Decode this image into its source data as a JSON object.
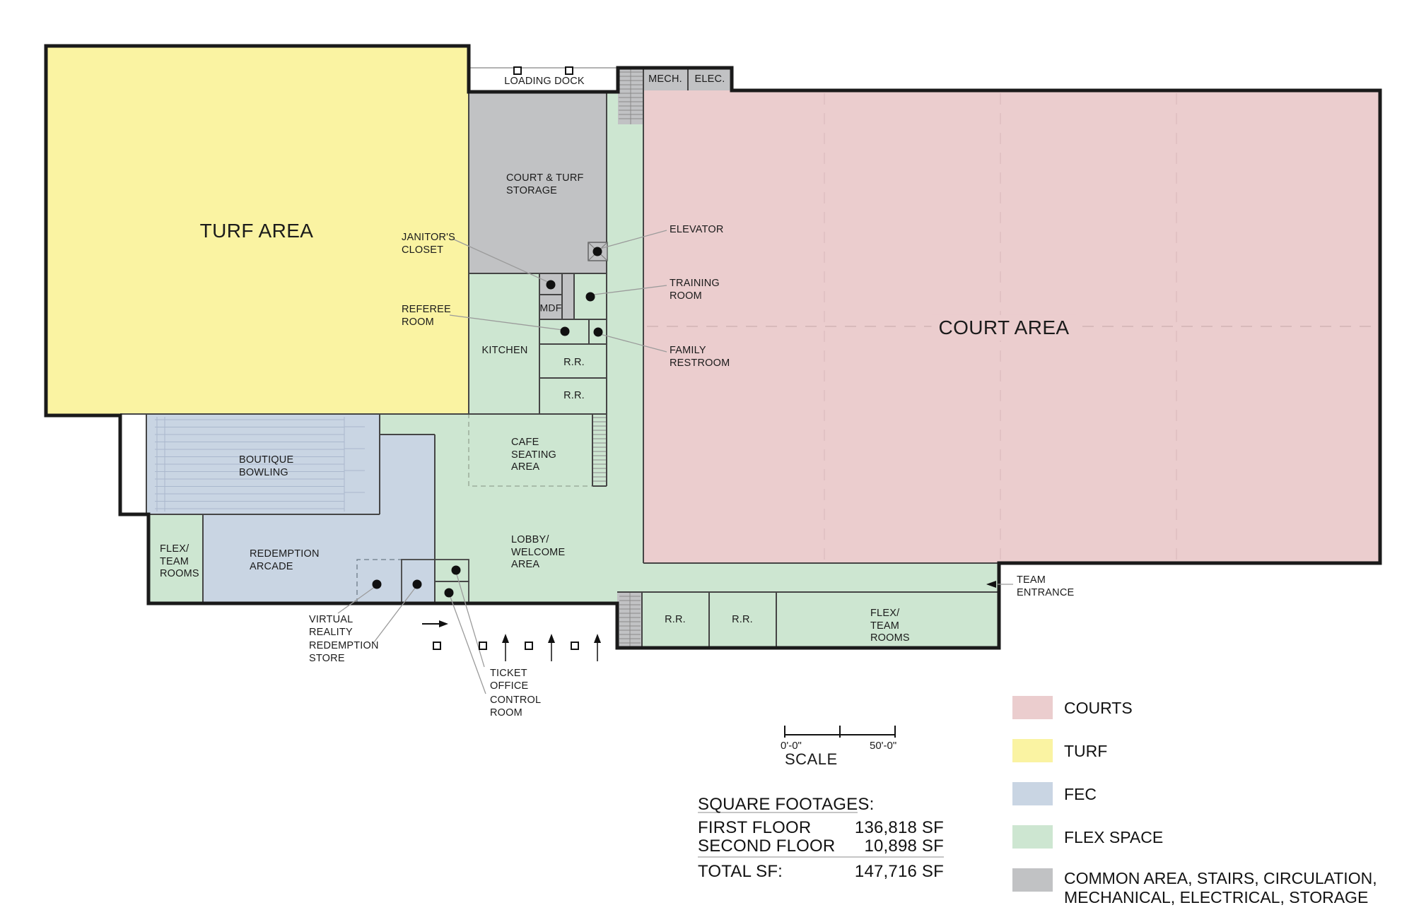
{
  "colors": {
    "courts": "#ebcdce",
    "turf": "#faf3a2",
    "fec": "#c9d5e3",
    "flex": "#cde6d1",
    "common": "#c1c2c4",
    "wall": "#1a1a1a",
    "leader": "#9b9b9b"
  },
  "plan": {
    "areas": {
      "turf": "TURF AREA",
      "court": "COURT AREA",
      "storage": "COURT & TURF\nSTORAGE",
      "loading_dock": "LOADING DOCK",
      "mech": "MECH.",
      "elec": "ELEC.",
      "mdf": "MDF",
      "kitchen": "KITCHEN",
      "rr": "R.R.",
      "cafe": "CAFE\nSEATING\nAREA",
      "lobby": "LOBBY/\nWELCOME\nAREA",
      "bowling": "BOUTIQUE\nBOWLING",
      "arcade": "REDEMPTION\nARCADE",
      "flex_team": "FLEX/\nTEAM\nROOMS"
    },
    "callouts": {
      "elevator": "ELEVATOR",
      "janitors_closet": "JANITOR'S\nCLOSET",
      "training_room": "TRAINING\nROOM",
      "referee_room": "REFEREE\nROOM",
      "family_restroom": "FAMILY\nRESTROOM",
      "virtual_reality": "VIRTUAL\nREALITY",
      "redemption_store": "REDEMPTION\nSTORE",
      "ticket_office": "TICKET\nOFFICE",
      "control_room": "CONTROL\nROOM",
      "team_entrance": "TEAM\nENTRANCE"
    }
  },
  "scale_bar": {
    "zero": "0'-0\"",
    "fifty": "50'-0\"",
    "label": "SCALE"
  },
  "square_footages": {
    "heading": "SQUARE FOOTAGES:",
    "rows": [
      {
        "label": "FIRST FLOOR",
        "value": "136,818 SF"
      },
      {
        "label": "SECOND FLOOR",
        "value": "10,898 SF"
      }
    ],
    "total_label": "TOTAL SF:",
    "total_value": "147,716 SF"
  },
  "legend": {
    "items": [
      {
        "label": "COURTS",
        "color": "#ebcdce"
      },
      {
        "label": "TURF",
        "color": "#faf3a2"
      },
      {
        "label": "FEC",
        "color": "#c9d5e3"
      },
      {
        "label": "FLEX SPACE",
        "color": "#cde6d1"
      },
      {
        "label": "COMMON AREA, STAIRS, CIRCULATION, MECHANICAL, ELECTRICAL, STORAGE",
        "color": "#c1c2c4"
      }
    ]
  }
}
